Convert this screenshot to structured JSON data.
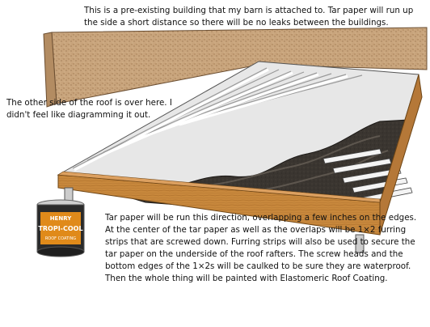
{
  "notes": {
    "top": "This is a pre-existing building that my barn is attached to.  Tar paper will run up the side a short distance so there will be no leaks between the buildings.",
    "left": "The other side of the roof is over here. I didn't feel like diagramming it out.",
    "bottom": "Tar paper will be run this direction, overlapping a few inches on the edges.  At the center of the tar paper as well as the overlaps will be 1×2 furring strips that are screwed down.  Furring strips will also be used to secure the tar paper on the underside of the roof rafters.  The screw heads and the bottom edges of the 1×2s will be caulked to be sure they are waterproof.  Then the whole thing will be painted with Elastomeric Roof Coating."
  },
  "product_can": {
    "brand": "HENRY",
    "label": "TROPI-COOL",
    "sublabel": "ROOF COATING"
  },
  "colors": {
    "wall": "#c9a57d",
    "wood": "#c8883c",
    "metal": "#eeeeee",
    "tar_paper": "#3a3530"
  }
}
